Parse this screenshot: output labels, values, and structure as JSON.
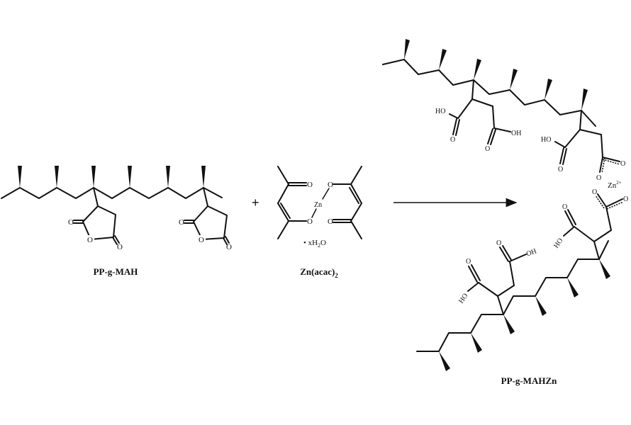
{
  "scheme": {
    "reactant_1": {
      "label": "PP-g-MAH",
      "anhydride_oxygen": "O"
    },
    "operator": "+",
    "reactant_2": {
      "label_main": "Zn(acac)",
      "label_sub": "2",
      "metal": "Zn",
      "oxygen": "O",
      "hydrate_prefix": "• xH",
      "hydrate_sub": "2",
      "hydrate_suffix": "O"
    },
    "arrow": "reaction-arrow",
    "product": {
      "label": "PP-g-MAHZn",
      "ion": "Zn",
      "ion_charge": "2+",
      "hydroxyl_left": "HO",
      "hydroxyl_right": "OH",
      "oxygen": "O"
    }
  }
}
